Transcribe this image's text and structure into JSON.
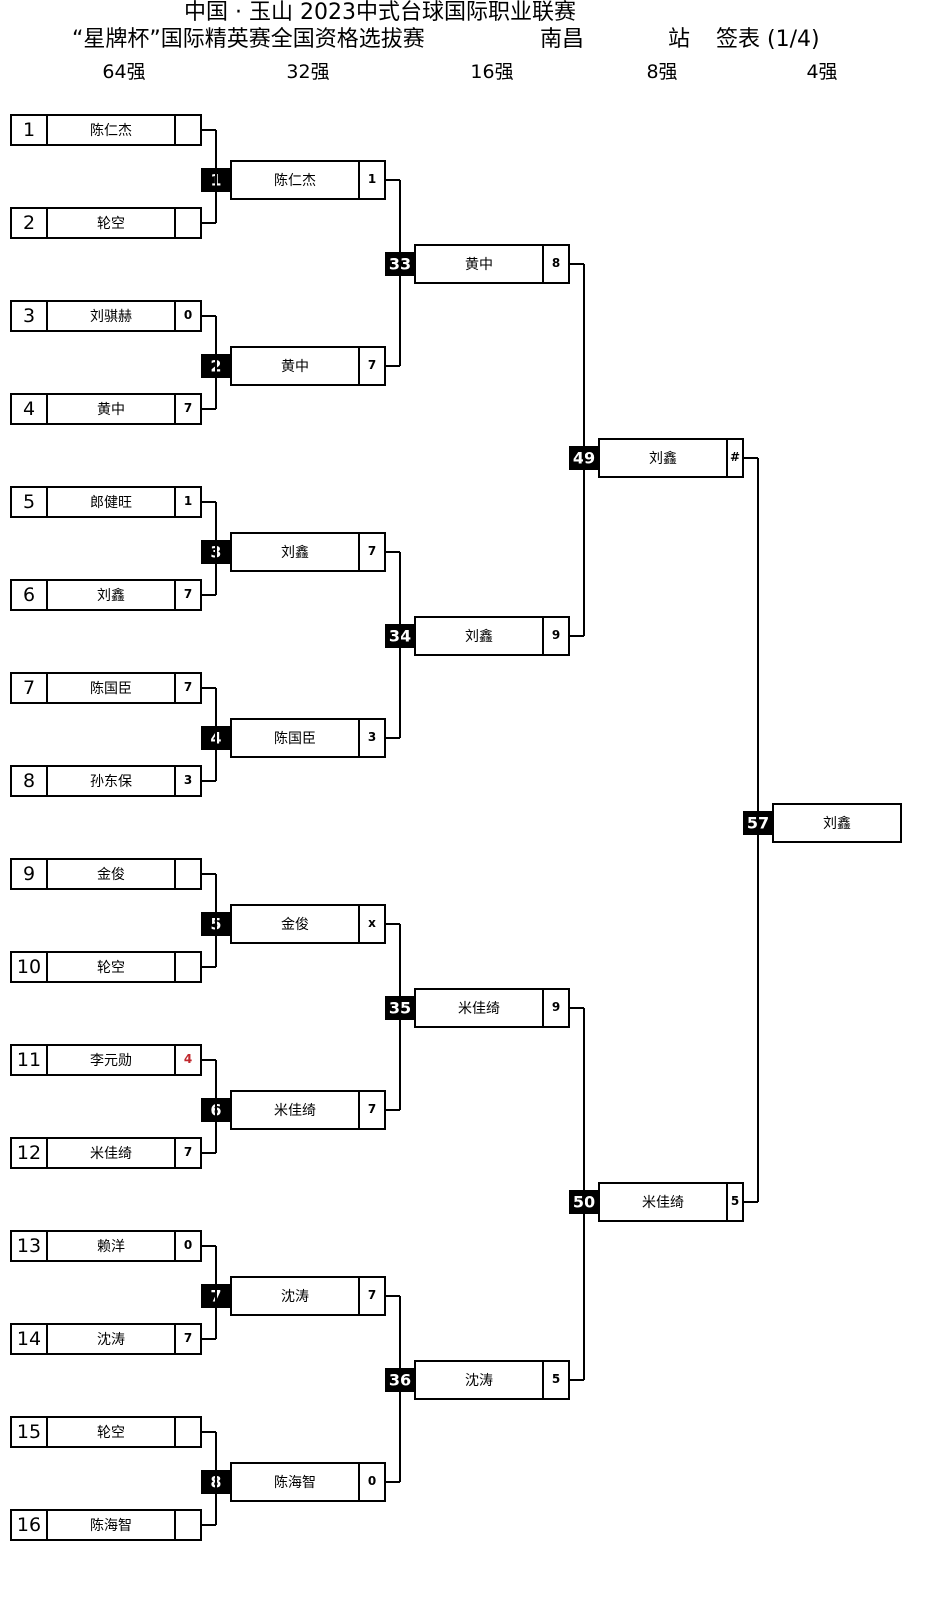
{
  "header": {
    "title_line1": "中国 · 玉山 2023中式台球国际职业联赛",
    "title_line2": "“星牌杯”国际精英赛全国资格选拔赛",
    "station_city": "南昌",
    "station_word": "站",
    "sheet_label": "签表 (1/4)"
  },
  "rounds": [
    "64强",
    "32强",
    "16强",
    "8强",
    "4强"
  ],
  "colors": {
    "line": "#000000",
    "box_bg": "#ffffff",
    "tag_bg": "#000000",
    "tag_text": "#ffffff",
    "highlight_score": "#c0282d"
  },
  "round64": [
    {
      "seed": "1",
      "name": "陈仁杰",
      "score": ""
    },
    {
      "seed": "2",
      "name": "轮空",
      "score": ""
    },
    {
      "seed": "3",
      "name": "刘骐赫",
      "score": "0"
    },
    {
      "seed": "4",
      "name": "黄中",
      "score": "7"
    },
    {
      "seed": "5",
      "name": "郎健旺",
      "score": "1"
    },
    {
      "seed": "6",
      "name": "刘鑫",
      "score": "7"
    },
    {
      "seed": "7",
      "name": "陈国臣",
      "score": "7"
    },
    {
      "seed": "8",
      "name": "孙东保",
      "score": "3"
    },
    {
      "seed": "9",
      "name": "金俊",
      "score": ""
    },
    {
      "seed": "10",
      "name": "轮空",
      "score": ""
    },
    {
      "seed": "11",
      "name": "李元勋",
      "score": "4",
      "highlight": true
    },
    {
      "seed": "12",
      "name": "米佳绮",
      "score": "7"
    },
    {
      "seed": "13",
      "name": "赖洋",
      "score": "0"
    },
    {
      "seed": "14",
      "name": "沈涛",
      "score": "7"
    },
    {
      "seed": "15",
      "name": "轮空",
      "score": ""
    },
    {
      "seed": "16",
      "name": "陈海智",
      "score": ""
    }
  ],
  "round32": [
    {
      "match": "1",
      "name": "陈仁杰",
      "score": "1"
    },
    {
      "match": "2",
      "name": "黄中",
      "score": "7"
    },
    {
      "match": "3",
      "name": "刘鑫",
      "score": "7"
    },
    {
      "match": "4",
      "name": "陈国臣",
      "score": "3"
    },
    {
      "match": "5",
      "name": "金俊",
      "score": "x"
    },
    {
      "match": "6",
      "name": "米佳绮",
      "score": "7"
    },
    {
      "match": "7",
      "name": "沈涛",
      "score": "7"
    },
    {
      "match": "8",
      "name": "陈海智",
      "score": "0"
    }
  ],
  "round16": [
    {
      "match": "33",
      "name": "黄中",
      "score": "8"
    },
    {
      "match": "34",
      "name": "刘鑫",
      "score": "9"
    },
    {
      "match": "35",
      "name": "米佳绮",
      "score": "9"
    },
    {
      "match": "36",
      "name": "沈涛",
      "score": "5"
    }
  ],
  "round8": [
    {
      "match": "49",
      "name": "刘鑫",
      "score": "#"
    },
    {
      "match": "50",
      "name": "米佳绮",
      "score": "5"
    }
  ],
  "round4": [
    {
      "match": "57",
      "name": "刘鑫",
      "score": ""
    }
  ]
}
